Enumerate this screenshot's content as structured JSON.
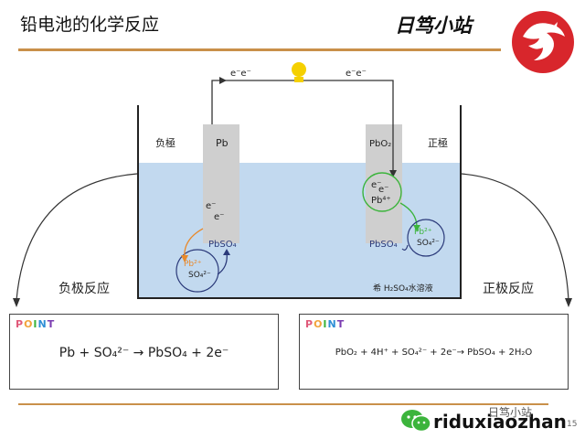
{
  "header": {
    "title": "铅电池的化学反应",
    "brand": "日笃小站"
  },
  "diagram": {
    "wire_left_label": "e⁻e⁻",
    "wire_right_label": "e⁻e⁻",
    "negative": {
      "pole_label": "负極",
      "electrode": "Pb",
      "electrons": [
        "e⁻",
        "e⁻"
      ],
      "compound": "PbSO₄",
      "ion": "Pb²⁺",
      "sulfate": "SO₄²⁻"
    },
    "positive": {
      "pole_label": "正極",
      "electrode": "PbO₂",
      "electrons": [
        "e⁻",
        "e⁻"
      ],
      "ion4": "Pb⁴⁺",
      "ion2": "Pb²⁺",
      "sulfate": "SO₄²⁻",
      "compound": "PbSO₄"
    },
    "electrolyte": "希 H₂SO₄水溶液"
  },
  "reactions": {
    "left_label": "负极反应",
    "right_label": "正极反应",
    "point": [
      "P",
      "O",
      "I",
      "N",
      "T"
    ],
    "left_equation": "Pb + SO₄²⁻ → PbSO₄ + 2e⁻",
    "right_equation": "PbO₂ + 4H⁺ + SO₄²⁻ + 2e⁻→ PbSO₄ + 2H₂O"
  },
  "footer": {
    "watermark": "日笃小站",
    "site": "riduxiaozhan",
    "page": "15"
  },
  "colors": {
    "accent": "#c9904a",
    "electrolyte": "#c2d9ef",
    "electrode": "#cfcfcf",
    "orange": "#e8892b",
    "green": "#3cb43c",
    "navy": "#2b3a7a",
    "bulb": "#f5d000"
  }
}
